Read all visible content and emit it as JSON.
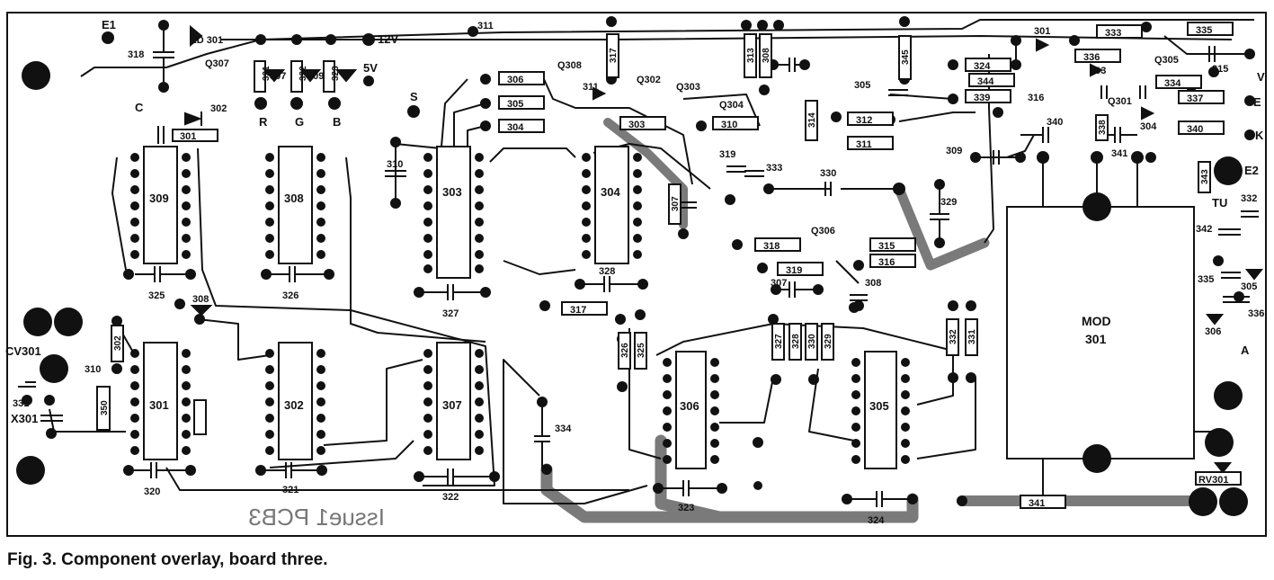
{
  "figure": {
    "caption": "Fig. 3. Component overlay, board three.",
    "board_marking": "Issue1 PCB3",
    "module": {
      "label": "MOD",
      "number": "301"
    }
  },
  "colors": {
    "ink": "#111111",
    "track": "#7a7a7a",
    "paper": "#ffffff"
  },
  "ics": [
    "309",
    "308",
    "303",
    "304",
    "301",
    "302",
    "307",
    "306",
    "305"
  ],
  "capacitors": [
    "318",
    "325",
    "326",
    "327",
    "328",
    "320",
    "321",
    "322",
    "334",
    "323",
    "324",
    "310",
    "311",
    "333",
    "329",
    "330",
    "319",
    "307",
    "308",
    "305",
    "315",
    "316",
    "340",
    "341",
    "309",
    "342",
    "335",
    "336",
    "332",
    "331"
  ],
  "resistor_boxes": [
    "301",
    "306",
    "305",
    "304",
    "303",
    "310",
    "312",
    "311",
    "324",
    "344",
    "339",
    "336",
    "334",
    "337",
    "340",
    "335",
    "333",
    "318",
    "315",
    "316",
    "319",
    "317",
    "341"
  ],
  "resistor_vertical": [
    "321",
    "322",
    "323",
    "317",
    "313",
    "308",
    "345",
    "314",
    "307",
    "338",
    "343",
    "327",
    "328",
    "330",
    "329",
    "332",
    "331",
    "326",
    "325",
    "302",
    "350"
  ],
  "transistors": [
    "Q307",
    "Q308",
    "Q303",
    "Q302",
    "Q304",
    "Q306",
    "Q305",
    "Q301"
  ],
  "diodes": [
    "ZD 301",
    "301",
    "302",
    "311",
    "303",
    "304",
    "305",
    "306",
    "307",
    "308",
    "309",
    "310"
  ],
  "connectors": [
    "E1",
    "12V",
    "5V",
    "S",
    "C",
    "V",
    "E",
    "K",
    "E2",
    "TU",
    "A",
    "RV301",
    "CV301",
    "X301"
  ],
  "pad_letters": [
    "R",
    "G",
    "B"
  ]
}
